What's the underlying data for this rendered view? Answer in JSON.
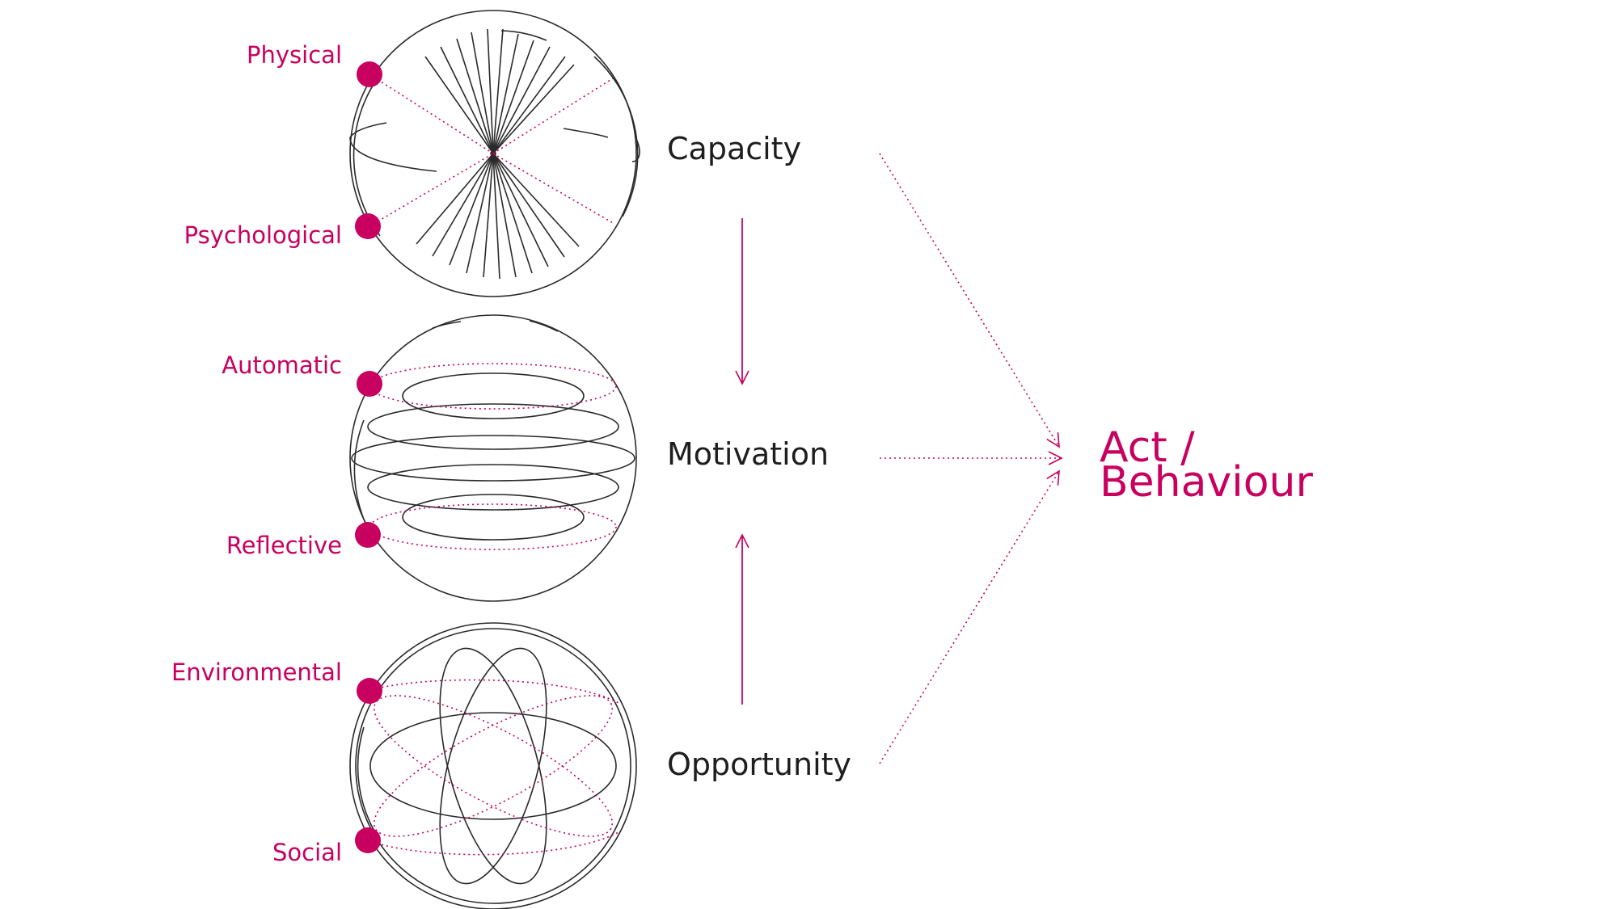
{
  "components": {
    "capacity": {
      "label": "Capacity",
      "sub_top": "Physical",
      "sub_bottom": "Psychological"
    },
    "motivation": {
      "label": "Motivation",
      "sub_top": "Automatic",
      "sub_bottom": "Reflective"
    },
    "opportunity": {
      "label": "Opportunity",
      "sub_top": "Environmental",
      "sub_bottom": "Social"
    }
  },
  "target": {
    "line1": "Act /",
    "line2": "Behaviour"
  },
  "colors": {
    "accent": "#c8005f",
    "line": "#2a2a2a",
    "text": "#1e1e1e"
  }
}
